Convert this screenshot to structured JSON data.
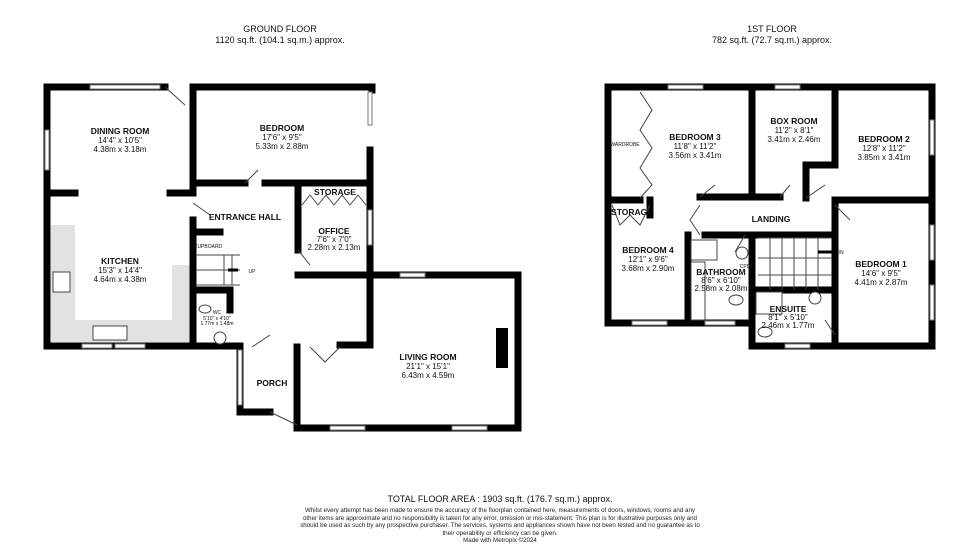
{
  "ground_floor": {
    "title": "GROUND FLOOR",
    "area": "1120 sq.ft. (104.1 sq.m.) approx.",
    "rooms": [
      {
        "name": "DINING ROOM",
        "imperial": "14'4\"  x 10'5\"",
        "metric": "4.38m  x 3.18m"
      },
      {
        "name": "BEDROOM",
        "imperial": "17'6\"  x 9'5\"",
        "metric": "5.33m  x 2.88m"
      },
      {
        "name": "KITCHEN",
        "imperial": "15'3\"  x 14'4\"",
        "metric": "4.64m  x 4.38m"
      },
      {
        "name": "OFFICE",
        "imperial": "7'6\"  x 7'0\"",
        "metric": "2.28m  x 2.13m"
      },
      {
        "name": "LIVING ROOM",
        "imperial": "21'1\"  x 15'1\"",
        "metric": "6.43m  x 4.59m"
      },
      {
        "name": "WC",
        "imperial": "5'10\"  x 4'10\"",
        "metric": "1.77m  x 1.48m"
      }
    ],
    "labels": {
      "storage": "STORAGE",
      "entrance_hall": "ENTRANCE HALL",
      "cupboard": "CUPBOARD",
      "porch": "PORCH",
      "up": "UP"
    }
  },
  "first_floor": {
    "title": "1ST FLOOR",
    "area": "782 sq.ft. (72.7 sq.m.) approx.",
    "rooms": [
      {
        "name": "BEDROOM 3",
        "imperial": "11'8\"  x 11'2\"",
        "metric": "3.56m  x 3.41m"
      },
      {
        "name": "BOX ROOM",
        "imperial": "11'2\"  x 8'1\"",
        "metric": "3.41m  x 2.46m"
      },
      {
        "name": "BEDROOM 2",
        "imperial": "12'8\"  x 11'2\"",
        "metric": "3.85m  x 3.41m"
      },
      {
        "name": "BEDROOM 4",
        "imperial": "12'1\"  x 9'6\"",
        "metric": "3.68m  x 2.90m"
      },
      {
        "name": "BATHROOM",
        "imperial": "8'6\"  x 6'10\"",
        "metric": "2.58m  x 2.08m"
      },
      {
        "name": "BEDROOM 1",
        "imperial": "14'6\"  x 9'5\"",
        "metric": "4.41m  x 2.87m"
      },
      {
        "name": "ENSUITE",
        "imperial": "8'1\"  x 5'10\"",
        "metric": "2.46m  x 1.77m"
      }
    ],
    "labels": {
      "wardrobe": "WARDROBE",
      "storage": "STORAGE",
      "landing": "LANDING",
      "down": "DN",
      "cpd": "CPD"
    }
  },
  "footer": {
    "total": "TOTAL FLOOR AREA : 1903 sq.ft. (176.7 sq.m.) approx.",
    "disclaimer": "Whilst every attempt has been made to ensure the accuracy of the floorplan contained here, measurements of doors, windows, rooms and any other items are approximate and no responsibility is taken for any error, omission or mis-statement. This plan is for illustrative purposes only and should be used as such by any prospective purchaser. The services, systems and appliances shown have not been tested and no guarantee as to their operability or efficiency can be given.",
    "credit": "Made with Metropix ©2024"
  }
}
